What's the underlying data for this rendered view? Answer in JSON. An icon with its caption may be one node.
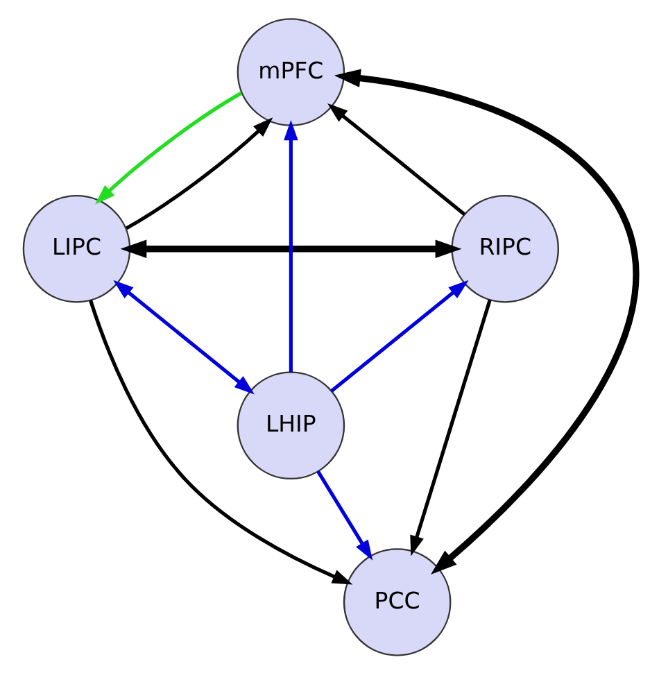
{
  "diagram": {
    "nodes": [
      {
        "text": [
          "mPFC"
        ]
      },
      {
        "text": [
          "LIPC"
        ]
      },
      {
        "text": [
          "LHIP"
        ]
      },
      {
        "text": [
          "RIPC"
        ]
      },
      {
        "text": [
          "PCC"
        ]
      }
    ],
    "edges": [
      {
        "from": 0,
        "to": 1,
        "arrow": "to",
        "color": "#22dd22"
      },
      {
        "from": 1,
        "to": 0,
        "arrow": "to"
      },
      {
        "from": 2,
        "to": 0,
        "arrow": "to",
        "color": "#0000dd"
      },
      {
        "from": 3,
        "to": 0,
        "arrow": "to"
      },
      {
        "from": 0,
        "to": 4,
        "arrow": "both",
        "style": "thick"
      },
      {
        "from": 1,
        "to": 3,
        "arrow": "both",
        "style": "thick"
      },
      {
        "from": 1,
        "to": 2,
        "arrow": "both",
        "color": "#0000dd"
      },
      {
        "from": 2,
        "to": 3,
        "arrow": "to",
        "color": "#0000dd"
      },
      {
        "from": 1,
        "to": 4,
        "arrow": "to"
      },
      {
        "from": 2,
        "to": 4,
        "arrow": "to",
        "color": "#0000dd"
      },
      {
        "from": 3,
        "to": 4,
        "arrow": "to"
      }
    ]
  }
}
